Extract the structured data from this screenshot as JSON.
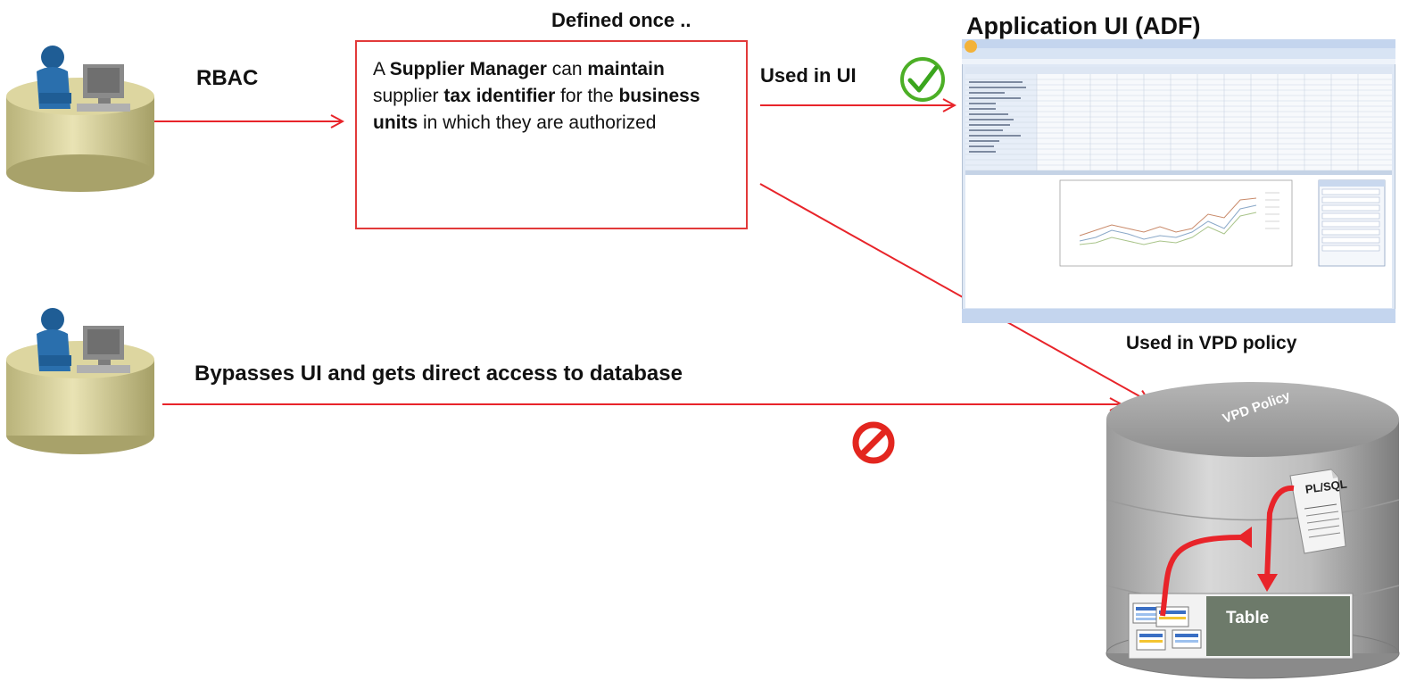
{
  "labels": {
    "defined_once": "Defined once ..",
    "app_ui": "Application UI (ADF)",
    "rbac": "RBAC",
    "used_in_ui": "Used in UI",
    "bypass": "Bypasses UI and gets direct access to database",
    "used_in_vpd": "Used in VPD policy"
  },
  "rule": {
    "p1": "A ",
    "b1": "Supplier Manager",
    "p2": " can ",
    "b2": "maintain",
    "p3": " supplier ",
    "b3": "tax identifier",
    "p4": " for the ",
    "b4": "business units",
    "p5": " in which they are authorized"
  },
  "database": {
    "policy_label": "VPD Policy",
    "doc_label": "PL/SQL",
    "table_label": "Table"
  },
  "icons": {
    "user": "user-at-computer-icon",
    "check": "check-icon",
    "blocked": "no-entry-icon",
    "lock": "lock-icon",
    "database": "database-cylinder-icon",
    "spreadsheet": "spreadsheet-screenshot-icon"
  },
  "colors": {
    "arrow": "#e8242a",
    "check_ring": "#4caf26",
    "blocked": "#e3261f"
  }
}
